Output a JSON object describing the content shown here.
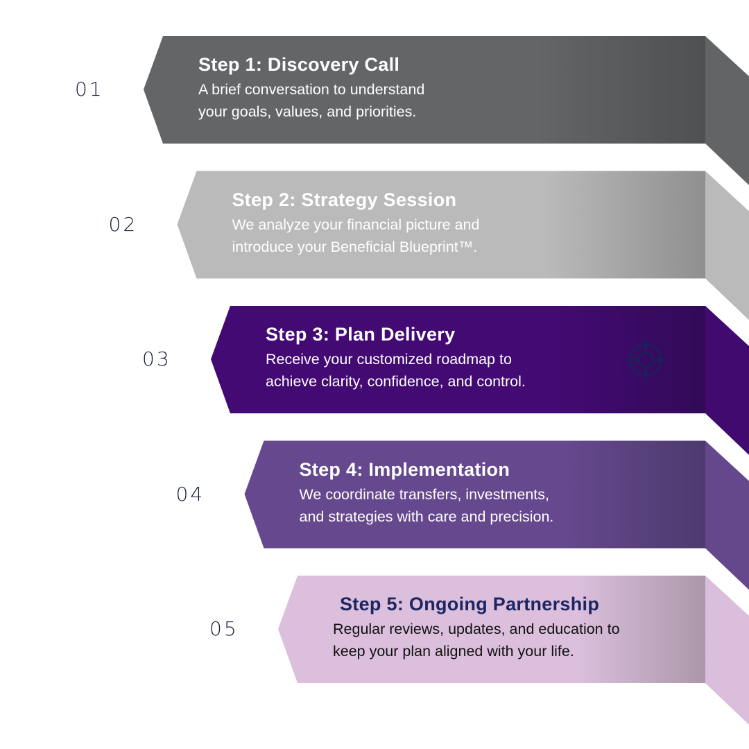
{
  "steps": [
    {
      "number": "01",
      "title": "Step 1: Discovery Call",
      "desc_line1": "A brief conversation to understand",
      "desc_line2": "your goals, values, and priorities.",
      "color": "#646566",
      "color_dark": "#4f5052",
      "fold": "#636465",
      "text_color": "#ffffff"
    },
    {
      "number": "02",
      "title": "Step 2: Strategy Session",
      "desc_line1": " We analyze your financial picture and",
      "desc_line2": "introduce your Beneficial Blueprint™.",
      "color": "#bababa",
      "color_dark": "#8f8f8f",
      "fold": "#bababa",
      "text_color": "#ffffff"
    },
    {
      "number": "03",
      "title": "Step 3: Plan Delivery",
      "desc_line1": "Receive your customized roadmap to",
      "desc_line2": "achieve clarity, confidence, and control.",
      "color": "#420a72",
      "color_dark": "#320a58",
      "fold": "#400a6f",
      "text_color": "#ffffff",
      "icon": "target-icon"
    },
    {
      "number": "04",
      "title": "Step 4: Implementation",
      "desc_line1": "We coordinate transfers, investments,",
      "desc_line2": "and strategies with care and precision.",
      "color": "#65488d",
      "color_dark": "#4d3a6e",
      "fold": "#65478b",
      "text_color": "#ffffff"
    },
    {
      "number": "05",
      "title": "Step 5: Ongoing Partnership",
      "desc_line1": "Regular reviews, updates, and education to",
      "desc_line2": "keep your plan aligned with your life.",
      "color": "#dbbfdd",
      "color_dark": "#ab97a9",
      "fold": "#dabedc",
      "text_color": "#111111",
      "title_color": "#1d2660"
    }
  ]
}
